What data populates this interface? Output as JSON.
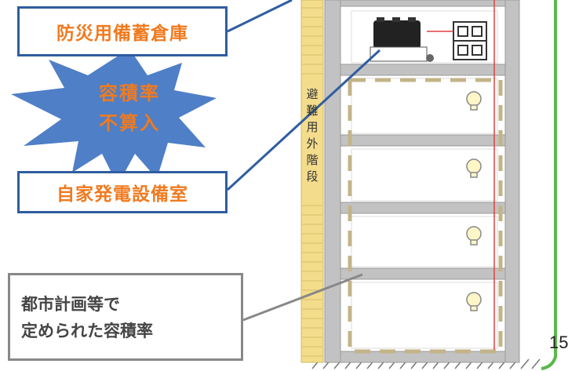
{
  "labels": {
    "storage_room": "防災用備蓄倉庫",
    "generator_room": "自家発電設備室",
    "burst_line1": "容積率",
    "burst_line2": "不算入",
    "far_line1": "都市計画等で",
    "far_line2": "定められた容積率",
    "stair_chars": [
      "避",
      "難",
      "用",
      "外",
      "階",
      "段"
    ],
    "page_number": "15"
  },
  "colors": {
    "box_border_blue": "#2f5da0",
    "burst_blue": "#4f7fc6",
    "text_orange": "#f07a20",
    "far_border_gray": "#888888",
    "stair_yellow": "#f3dc8c",
    "wall_gray": "#b0b0b0",
    "dash_tan": "#c3b488",
    "red_line": "#e04040",
    "green_line": "#5ab84a"
  },
  "icons": [
    "light-bulb-icon",
    "battery-icon",
    "generator-icon",
    "gauge-icon"
  ]
}
